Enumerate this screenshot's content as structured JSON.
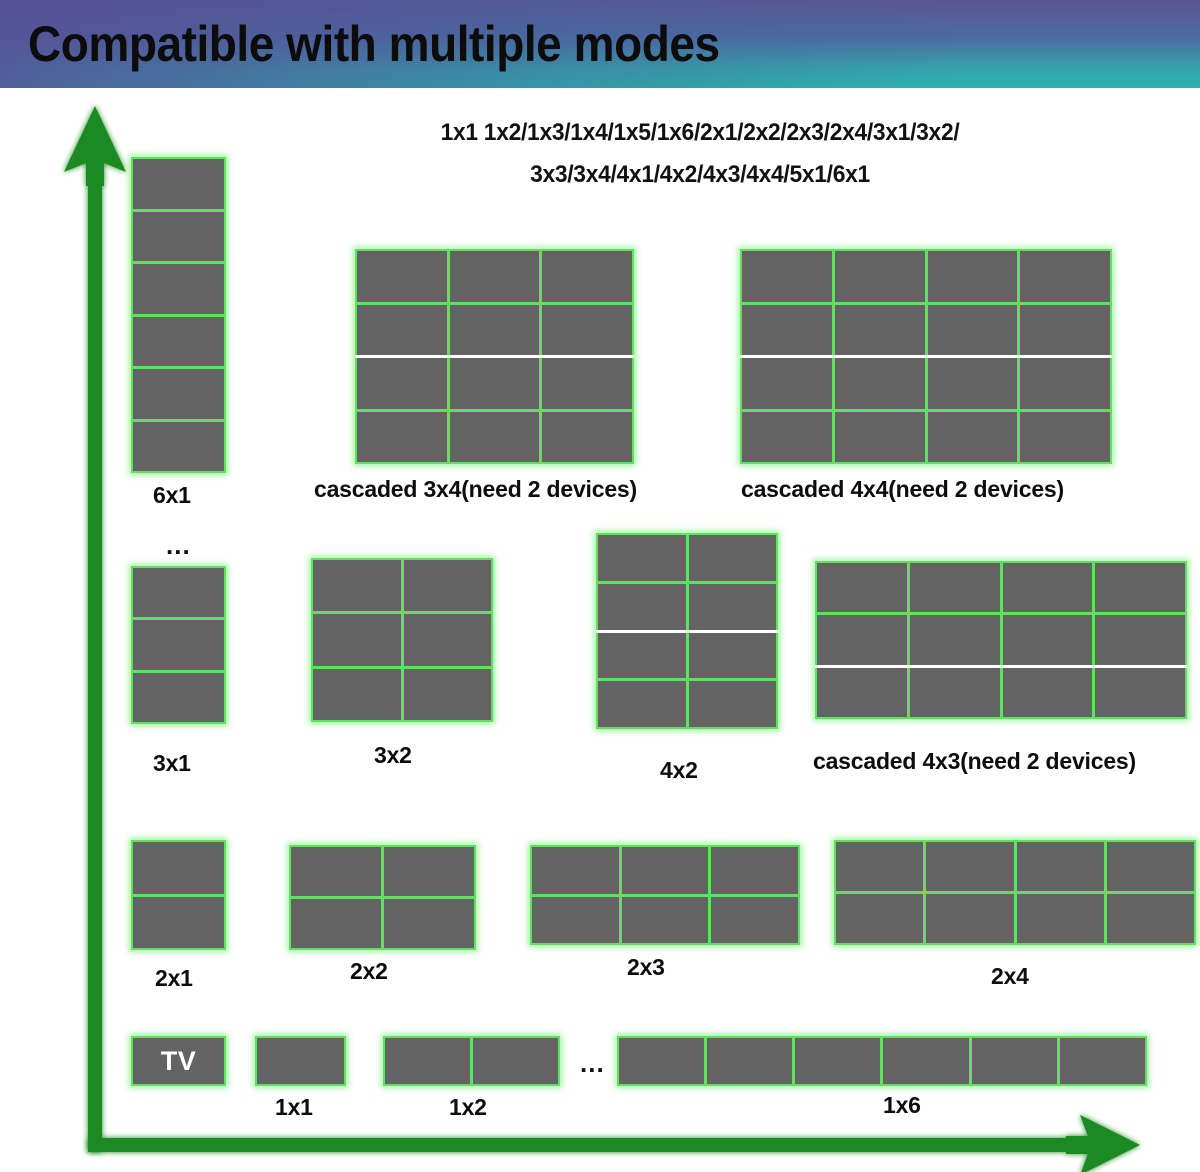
{
  "header": {
    "title": "Compatible with multiple modes",
    "gradient_from": "#5a5691",
    "gradient_to": "#2bb2ae",
    "title_color": "#0c0c0c"
  },
  "colors": {
    "panel_gray": "#636363",
    "border_green": "#5fe05f",
    "axis_green": "#1f8a22",
    "split_white": "#ffffff",
    "background": "#ffffff"
  },
  "mode_list": {
    "line1": "1x1 1x2/1x3/1x4/1x5/1x6/2x1/2x2/2x3/2x4/3x1/3x2/",
    "line2": "3x3/3x4/4x1/4x2/4x3/4x4/5x1/6x1"
  },
  "axes": {
    "vertical_arrow": "up-arrow-icon",
    "horizontal_arrow": "right-arrow-icon"
  },
  "ellipses": {
    "vertical": "...",
    "horizontal": "..."
  },
  "layouts": [
    {
      "id": "6x1",
      "caption": "6x1",
      "rows": 6,
      "cols": 1,
      "cascaded": false,
      "split_after_row": 0
    },
    {
      "id": "cascaded-3x4",
      "caption": "cascaded 3x4(need 2 devices)",
      "rows": 4,
      "cols": 3,
      "cascaded": true,
      "split_after_row": 2
    },
    {
      "id": "cascaded-4x4",
      "caption": "cascaded 4x4(need 2 devices)",
      "rows": 4,
      "cols": 4,
      "cascaded": true,
      "split_after_row": 2
    },
    {
      "id": "3x1",
      "caption": "3x1",
      "rows": 3,
      "cols": 1,
      "cascaded": false,
      "split_after_row": 0
    },
    {
      "id": "3x2",
      "caption": "3x2",
      "rows": 3,
      "cols": 2,
      "cascaded": false,
      "split_after_row": 0
    },
    {
      "id": "4x2",
      "caption": "4x2",
      "rows": 4,
      "cols": 2,
      "cascaded": false,
      "split_after_row": 2
    },
    {
      "id": "cascaded-4x3",
      "caption": "cascaded 4x3(need 2 devices)",
      "rows": 3,
      "cols": 4,
      "cascaded": true,
      "split_after_row": 2
    },
    {
      "id": "2x1",
      "caption": "2x1",
      "rows": 2,
      "cols": 1,
      "cascaded": false,
      "split_after_row": 0
    },
    {
      "id": "2x2",
      "caption": "2x2",
      "rows": 2,
      "cols": 2,
      "cascaded": false,
      "split_after_row": 0
    },
    {
      "id": "2x3",
      "caption": "2x3",
      "rows": 2,
      "cols": 3,
      "cascaded": false,
      "split_after_row": 0
    },
    {
      "id": "2x4",
      "caption": "2x4",
      "rows": 2,
      "cols": 4,
      "cascaded": false,
      "split_after_row": 0
    },
    {
      "id": "tv",
      "caption": "",
      "label_inside": "TV",
      "rows": 1,
      "cols": 1,
      "cascaded": false,
      "split_after_row": 0
    },
    {
      "id": "1x1",
      "caption": "1x1",
      "rows": 1,
      "cols": 1,
      "cascaded": false,
      "split_after_row": 0
    },
    {
      "id": "1x2",
      "caption": "1x2",
      "rows": 1,
      "cols": 2,
      "cascaded": false,
      "split_after_row": 0
    },
    {
      "id": "1x6",
      "caption": "1x6",
      "rows": 1,
      "cols": 6,
      "cascaded": false,
      "split_after_row": 0
    }
  ]
}
